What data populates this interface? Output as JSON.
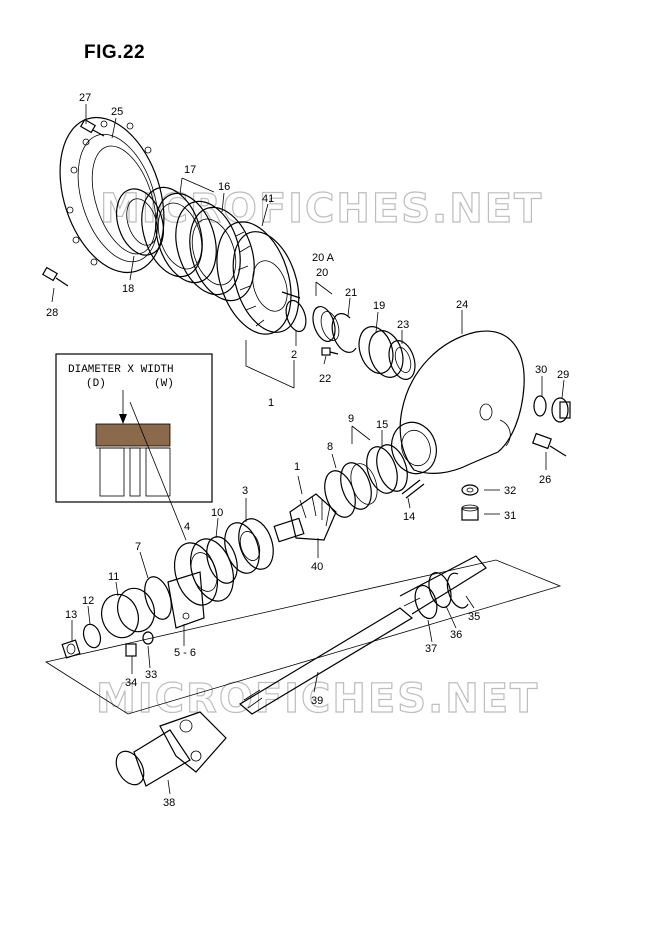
{
  "figure": {
    "title": "FIG.22"
  },
  "watermark": {
    "text": "MICROFICHES.NET"
  },
  "inset": {
    "line1": "DIAMETER X WIDTH",
    "line2_d": "(D)",
    "line2_w": "(W)"
  },
  "callouts": [
    {
      "label": "27"
    },
    {
      "label": "25"
    },
    {
      "label": "17"
    },
    {
      "label": "16"
    },
    {
      "label": "41"
    },
    {
      "label": "20 A"
    },
    {
      "label": "20"
    },
    {
      "label": "21"
    },
    {
      "label": "19"
    },
    {
      "label": "23"
    },
    {
      "label": "24"
    },
    {
      "label": "28"
    },
    {
      "label": "18"
    },
    {
      "label": "2"
    },
    {
      "label": "22"
    },
    {
      "label": "1"
    },
    {
      "label": "30"
    },
    {
      "label": "29"
    },
    {
      "label": "26"
    },
    {
      "label": "9"
    },
    {
      "label": "8"
    },
    {
      "label": "15"
    },
    {
      "label": "1"
    },
    {
      "label": "32"
    },
    {
      "label": "31"
    },
    {
      "label": "14"
    },
    {
      "label": "3"
    },
    {
      "label": "10"
    },
    {
      "label": "4"
    },
    {
      "label": "40"
    },
    {
      "label": "7"
    },
    {
      "label": "11"
    },
    {
      "label": "12"
    },
    {
      "label": "13"
    },
    {
      "label": "5 - 6"
    },
    {
      "label": "34"
    },
    {
      "label": "33"
    },
    {
      "label": "37"
    },
    {
      "label": "36"
    },
    {
      "label": "35"
    },
    {
      "label": "39"
    },
    {
      "label": "38"
    }
  ]
}
